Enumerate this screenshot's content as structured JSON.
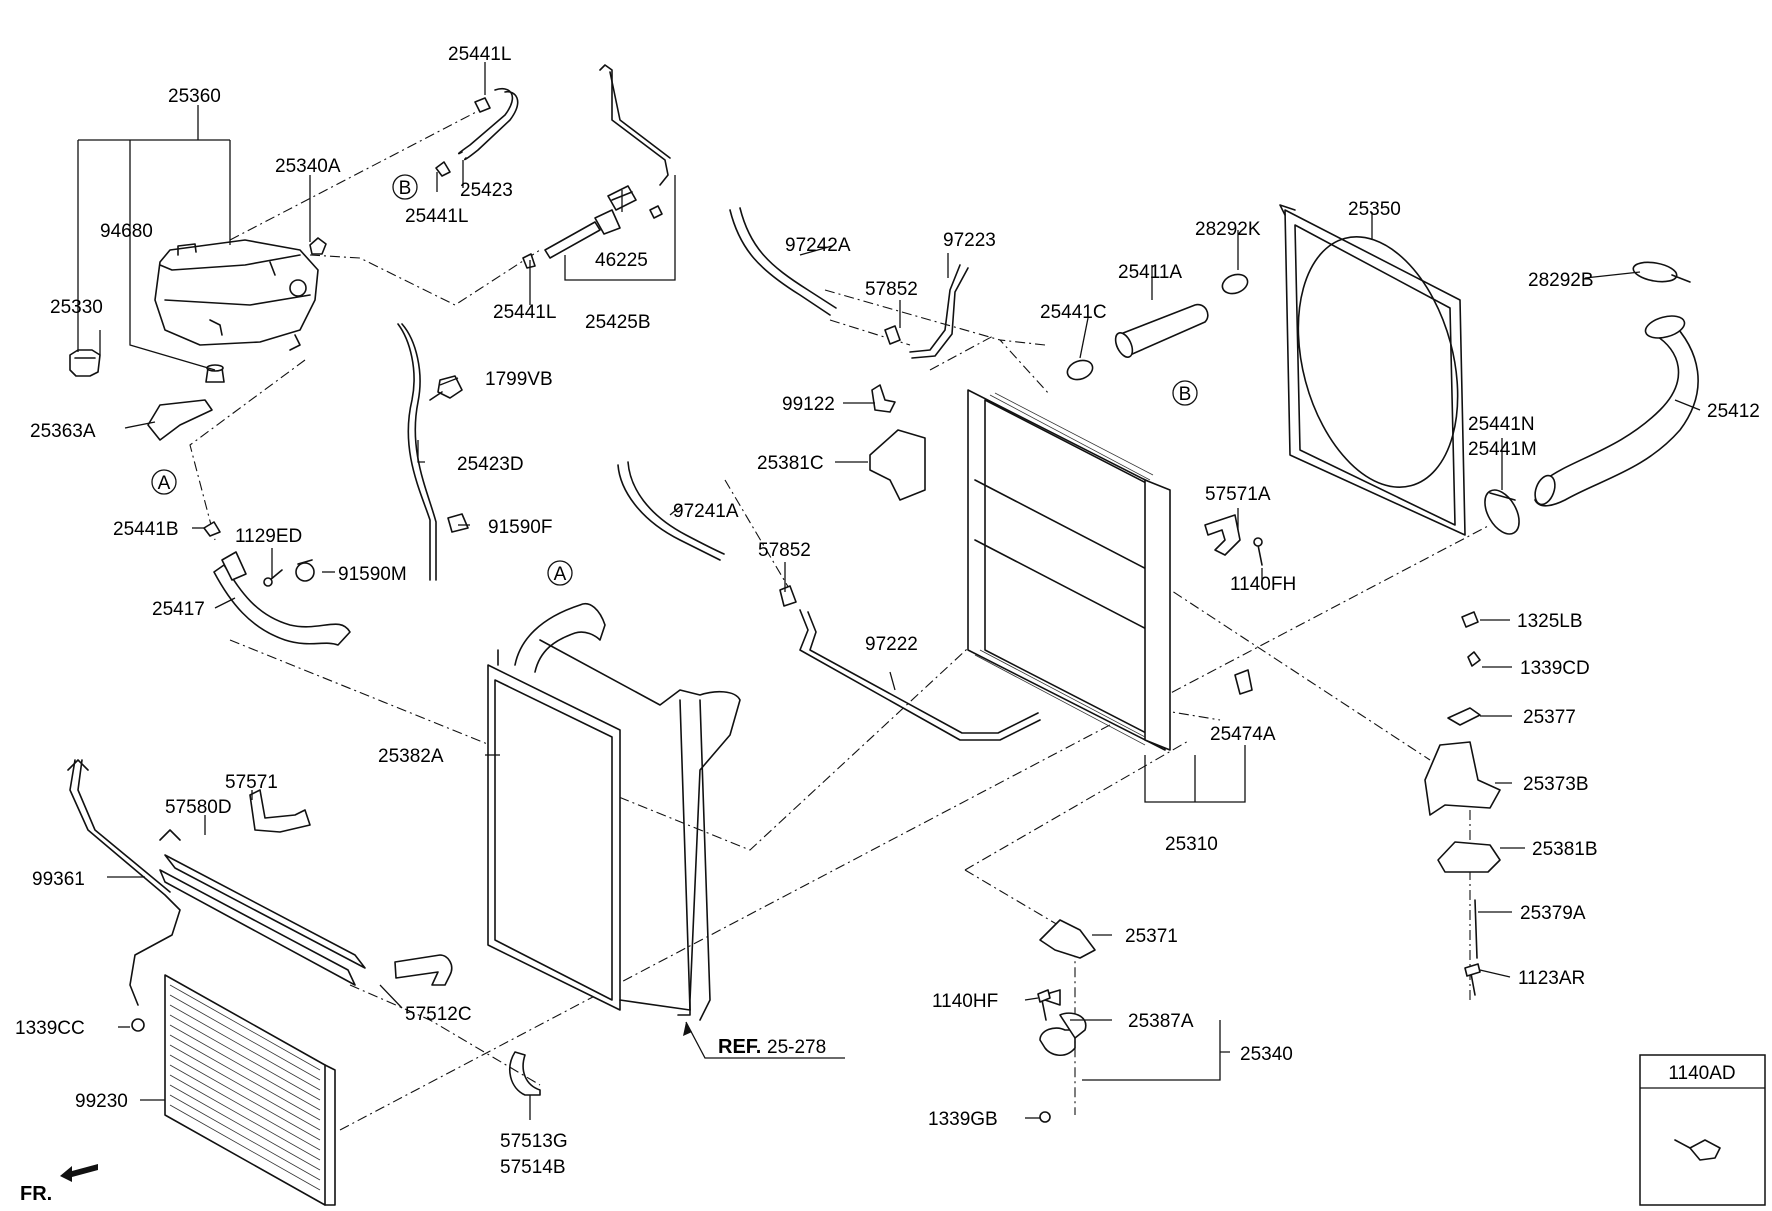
{
  "diagram": {
    "front_marker": "FR.",
    "reference": {
      "prefix": "REF.",
      "value": "25-278"
    },
    "callout_box": {
      "label": "1140AD"
    },
    "markers": {
      "a": "A",
      "b": "B"
    },
    "labels": {
      "l25441L_a": "25441L",
      "l25360": "25360",
      "l25340A": "25340A",
      "l25423": "25423",
      "l25441L_b": "25441L",
      "l94680": "94680",
      "l46225": "46225",
      "l25441L_c": "25441L",
      "l25425B": "25425B",
      "l25330": "25330",
      "l1799VB": "1799VB",
      "l25363A": "25363A",
      "l25423D": "25423D",
      "l25441B": "25441B",
      "l1129ED": "1129ED",
      "l91590F": "91590F",
      "l91590M": "91590M",
      "l25417": "25417",
      "l97242A": "97242A",
      "l97223": "97223",
      "l57852_a": "57852",
      "l99122": "99122",
      "l25381C": "25381C",
      "l97241A": "97241A",
      "l57852_b": "57852",
      "l97222": "97222",
      "l28292K": "28292K",
      "l25411A": "25411A",
      "l25441C": "25441C",
      "l25350": "25350",
      "l28292B": "28292B",
      "l25412": "25412",
      "l25441N": "25441N",
      "l25441M": "25441M",
      "l57571A": "57571A",
      "l1140FH": "1140FH",
      "l1325LB": "1325LB",
      "l1339CD": "1339CD",
      "l25377": "25377",
      "l25373B": "25373B",
      "l25381B": "25381B",
      "l25379A": "25379A",
      "l1123AR": "1123AR",
      "l25474A": "25474A",
      "l25310": "25310",
      "l25382A": "25382A",
      "l57571": "57571",
      "l57580D": "57580D",
      "l99361": "99361",
      "l57512C": "57512C",
      "l1339CC": "1339CC",
      "l99230": "99230",
      "l57513G": "57513G",
      "l57514B": "57514B",
      "l25371": "25371",
      "l1140HF": "1140HF",
      "l25387A": "25387A",
      "l25340": "25340",
      "l1339GB": "1339GB"
    }
  }
}
